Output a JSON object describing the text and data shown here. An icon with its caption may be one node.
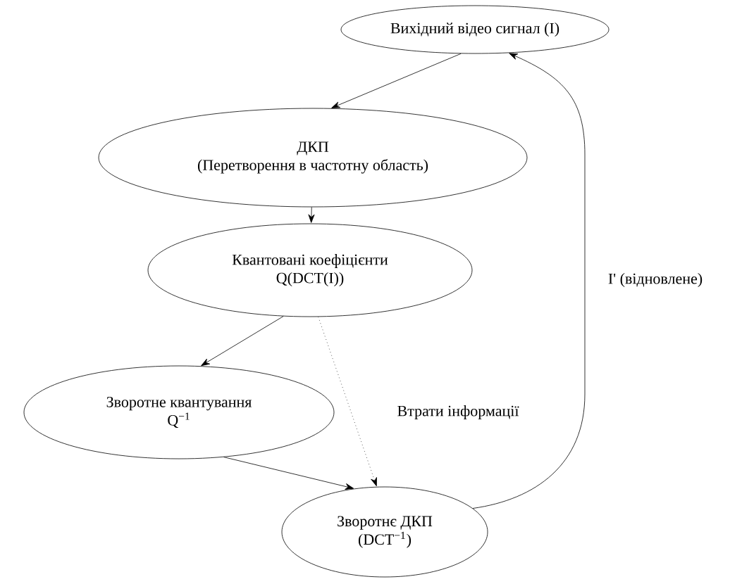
{
  "diagram": {
    "nodes": [
      {
        "text": [
          "Вихідний відео сигнал (I)"
        ]
      },
      {
        "text": [
          "ДКП",
          "(Перетворення в частотну область)"
        ]
      },
      {
        "text": [
          "Квантовані коефіцієнти",
          "Q(DCT(I))"
        ]
      },
      {
        "text": [
          "Зворотне квантування",
          "Q$^{−1}$"
        ]
      },
      {
        "text": [
          "Зворотнє ДКП",
          "(DCT$^{−1}$)"
        ]
      }
    ],
    "edges": [
      {
        "from": 0,
        "to": 1,
        "arrow": "to"
      },
      {
        "from": 1,
        "to": 2,
        "arrow": "to"
      },
      {
        "from": 2,
        "to": 3,
        "arrow": "to"
      },
      {
        "from": 2,
        "to": 4,
        "arrow": "to",
        "label": "Втрати інформації",
        "style": "dashed"
      },
      {
        "from": 3,
        "to": 4,
        "arrow": "to"
      },
      {
        "from": 4,
        "to": 0,
        "arrow": "to",
        "label": "I' (відновлене)"
      }
    ]
  }
}
